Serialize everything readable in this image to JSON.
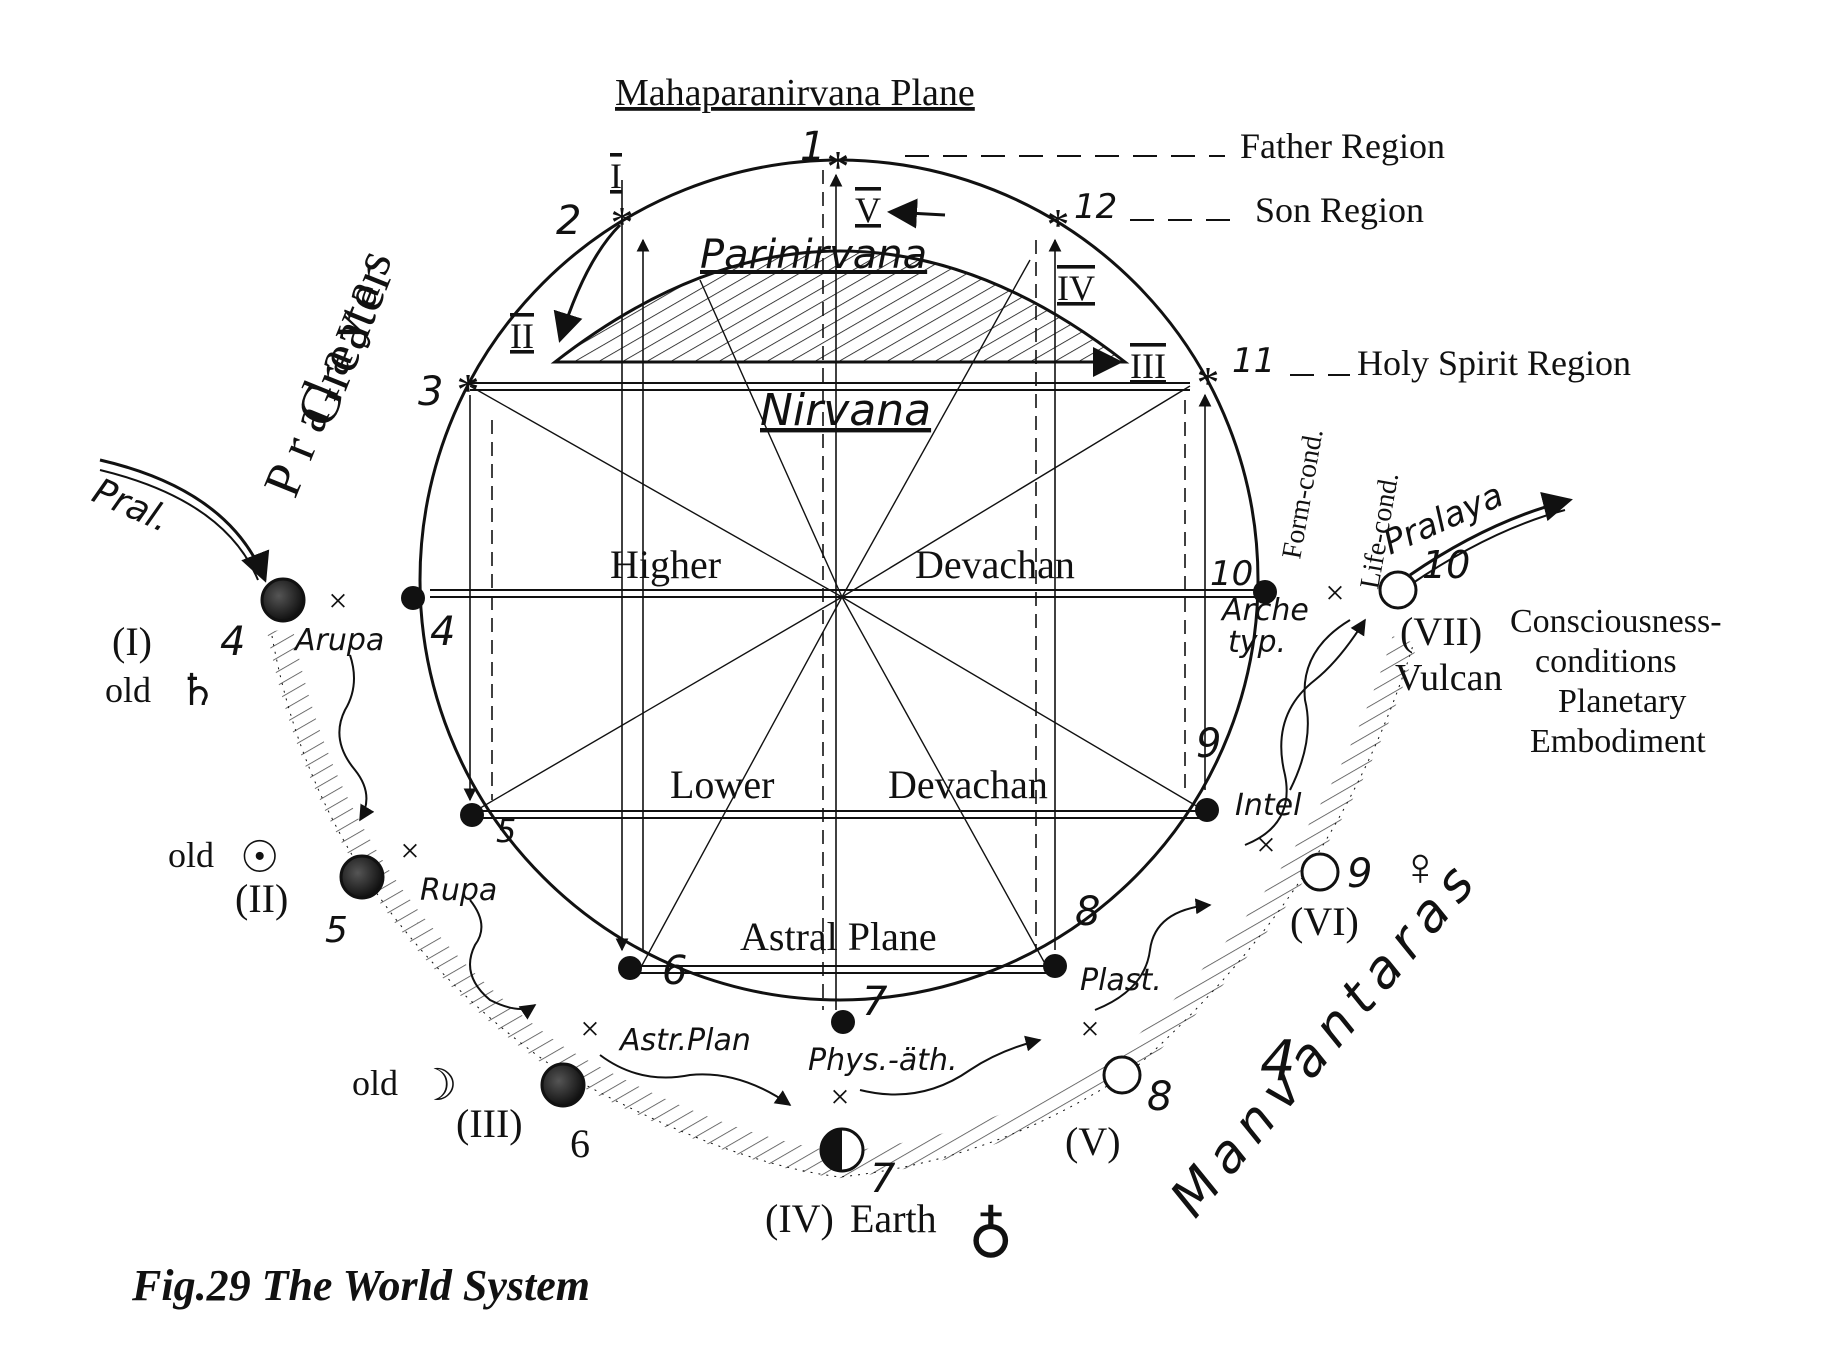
{
  "caption": "Fig.29 The World System",
  "planes": {
    "top": "Mahaparanirvana Plane",
    "parinirvana": "Parinirvana",
    "nirvana": "Nirvana",
    "higher": "Higher",
    "devachan_upper": "Devachan",
    "lower": "Lower",
    "devachan_lower": "Devachan",
    "astral": "Astral Plane"
  },
  "regions": {
    "father": "Father Region",
    "son": "Son Region",
    "holy_spirit": "Holy Spirit Region"
  },
  "side_titles": {
    "greater": "Greater",
    "pralayas": "Pralayas",
    "prefix_4": "4",
    "manvantaras": "Manvantaras",
    "pral": "Pral.",
    "pralaya": "Pralaya"
  },
  "conditions": {
    "form_cond": "Form-cond.",
    "life_cond": "Life-cond.",
    "consciousness_1": "Consciousness-",
    "consciousness_2": "conditions",
    "planetary": "Planetary",
    "embodiment": "Embodiment"
  },
  "circle_points": [
    {
      "n": "1"
    },
    {
      "n": "2"
    },
    {
      "n": "3"
    },
    {
      "n": "4"
    },
    {
      "n": "5"
    },
    {
      "n": "6"
    },
    {
      "n": "7"
    },
    {
      "n": "8"
    },
    {
      "n": "9"
    },
    {
      "n": "10"
    },
    {
      "n": "11"
    },
    {
      "n": "12"
    }
  ],
  "roman": {
    "I": "I",
    "II": "II",
    "III": "III",
    "IV": "IV",
    "V": "V"
  },
  "inner_labels": {
    "arupa": "Arupa",
    "rupa": "Rupa",
    "astr_plan": "Astr.Plan",
    "phys_ath": "Phys.-äth.",
    "plast": "Plast.",
    "intel": "Intel",
    "archetyp_1": "Arche",
    "archetyp_2": "typ."
  },
  "planets": [
    {
      "roman": "(I)",
      "num": "4",
      "name": "old",
      "symbol": "♄"
    },
    {
      "roman": "(II)",
      "num": "5",
      "name": "old",
      "symbol": "☉"
    },
    {
      "roman": "(III)",
      "num": "6",
      "name": "old",
      "symbol": "☽"
    },
    {
      "roman": "(IV)",
      "num": "7",
      "name": "Earth",
      "symbol": "♁"
    },
    {
      "roman": "(V)",
      "num": "8",
      "name": "",
      "symbol": ""
    },
    {
      "roman": "(VI)",
      "num": "9",
      "name": "",
      "symbol": "♀"
    },
    {
      "roman": "(VII)",
      "num": "10",
      "name": "Vulcan",
      "symbol": ""
    }
  ]
}
